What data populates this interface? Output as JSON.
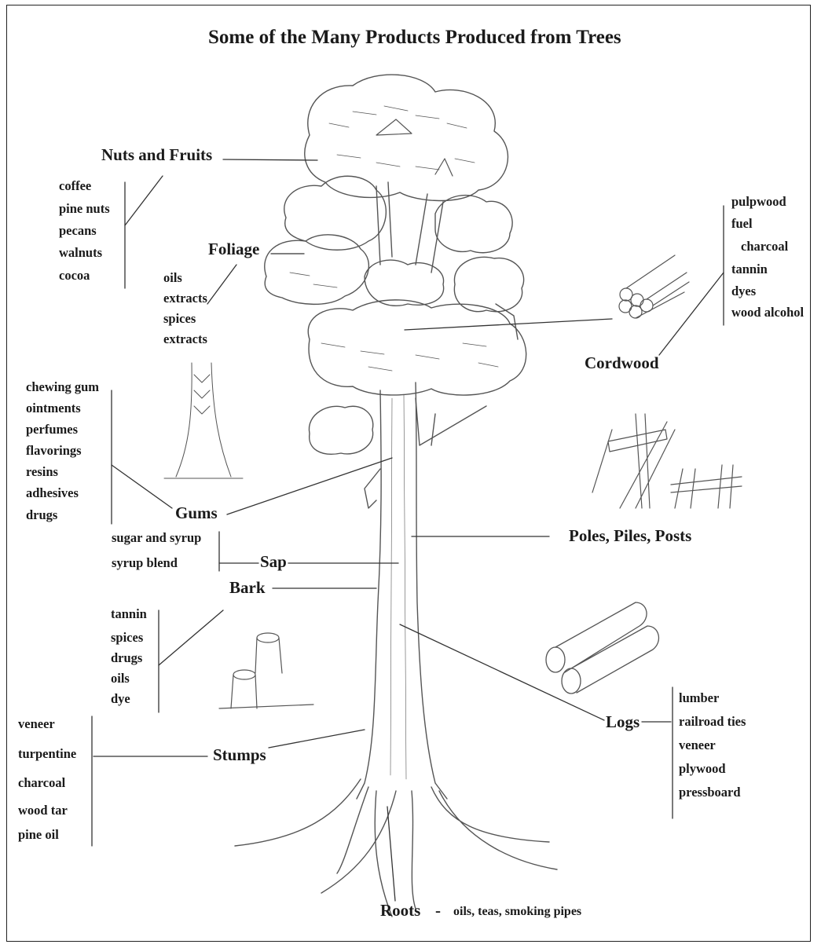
{
  "title": "Some of the Many Products Produced from Trees",
  "categories": {
    "nuts_fruits": {
      "label": "Nuts and Fruits",
      "items": [
        "coffee",
        "pine nuts",
        "pecans",
        "walnuts",
        "cocoa"
      ]
    },
    "foliage": {
      "label": "Foliage",
      "items": [
        "oils",
        "extracts",
        "spices",
        "extracts"
      ]
    },
    "cordwood": {
      "label": "Cordwood",
      "items": [
        "pulpwood",
        "fuel",
        "charcoal",
        "tannin",
        "dyes",
        "wood alcohol"
      ]
    },
    "gums": {
      "label": "Gums",
      "items": [
        "chewing gum",
        "ointments",
        "perfumes",
        "flavorings",
        "resins",
        "adhesives",
        "drugs"
      ]
    },
    "sap": {
      "label": "Sap",
      "items": [
        "sugar and syrup",
        "syrup blend"
      ]
    },
    "poles": {
      "label": "Poles, Piles, Posts"
    },
    "bark": {
      "label": "Bark",
      "items": [
        "tannin",
        "spices",
        "drugs",
        "oils",
        "dye"
      ]
    },
    "stumps": {
      "label": "Stumps",
      "items": [
        "veneer",
        "turpentine",
        "charcoal",
        "wood tar",
        "pine oil"
      ]
    },
    "logs": {
      "label": "Logs",
      "items": [
        "lumber",
        "railroad ties",
        "veneer",
        "plywood",
        "pressboard"
      ]
    },
    "roots": {
      "label": "Roots",
      "separator": "-",
      "products": "oils, teas, smoking pipes"
    }
  },
  "colors": {
    "ink": "#1a1a1a",
    "pencil": "#555555",
    "paper": "#ffffff"
  }
}
